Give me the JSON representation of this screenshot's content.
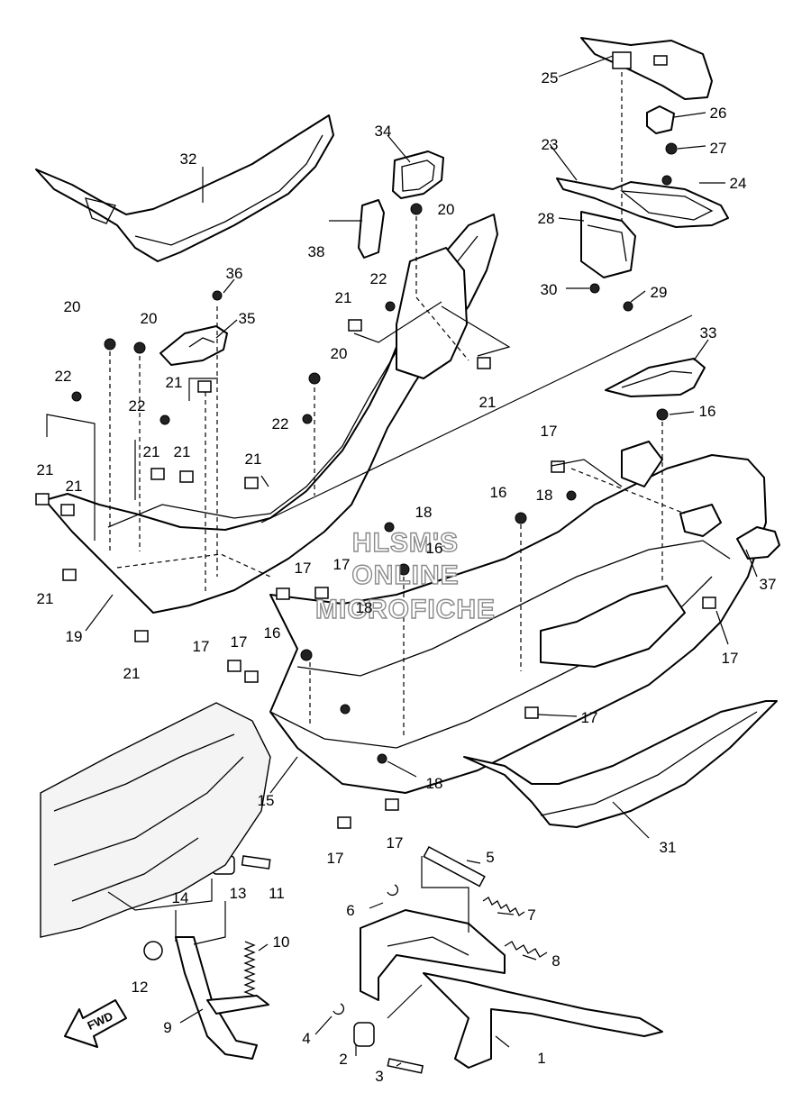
{
  "diagram": {
    "callouts": [
      "1",
      "2",
      "3",
      "4",
      "5",
      "6",
      "7",
      "8",
      "9",
      "10",
      "11",
      "12",
      "13",
      "14",
      "15",
      "16",
      "17",
      "18",
      "19",
      "20",
      "21",
      "22",
      "23",
      "24",
      "25",
      "26",
      "27",
      "28",
      "29",
      "30",
      "31",
      "32",
      "33",
      "34",
      "35",
      "36",
      "37",
      "38"
    ],
    "forward_arrow_label": "FWD",
    "watermark_lines": [
      "HLSM'S",
      "ONLINE",
      "MICROFICHE"
    ]
  }
}
